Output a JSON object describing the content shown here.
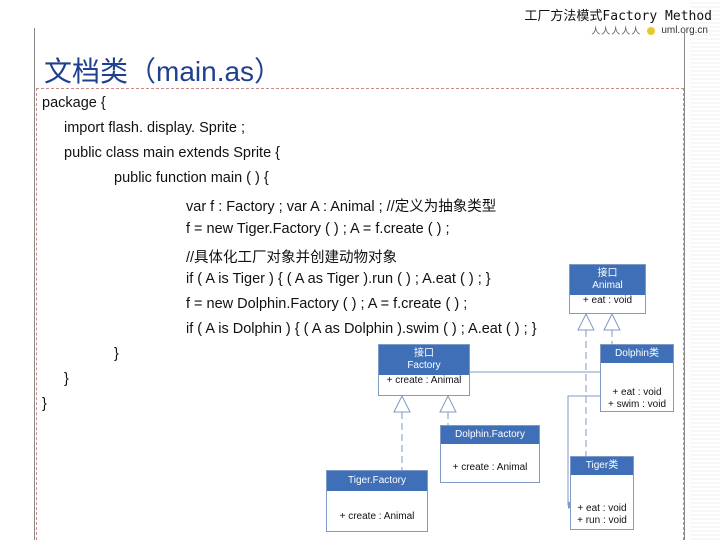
{
  "header": {
    "title": "工厂方法模式Factory Method",
    "logo_text": "uml.org.cn",
    "logo_figures": "人人人人人"
  },
  "page_title": "文档类（main.as）",
  "code_lines": [
    "package {",
    "import flash. display. Sprite ;",
    "public class main extends Sprite {",
    "public function main ( ) {",
    "var f : Factory ; var A : Animal ; //定义为抽象类型",
    "f = new Tiger.Factory ( ) ; A = f.create ( ) ;",
    "//具体化工厂对象并创建动物对象",
    "if ( A is Tiger ) { ( A as Tiger ).run ( ) ; A.eat ( ) ; }",
    "f = new Dolphin.Factory ( ) ; A = f.create ( ) ;",
    "if ( A is Dolphin ) { ( A as Dolphin ).swim ( ) ; A.eat ( ) ; }",
    "}",
    "}",
    "}"
  ],
  "uml": {
    "animal": {
      "title": "接口\nAnimal",
      "ops": "+ eat : void"
    },
    "factory": {
      "title": "接口\nFactory",
      "ops": "+ create : Animal"
    },
    "dolphin": {
      "title": "Dolphin类",
      "ops": "+ eat : void\n+ swim : void"
    },
    "dolphin_factory": {
      "title": "Dolphin.Factory",
      "ops": "+ create : Animal"
    },
    "tiger_factory": {
      "title": "Tiger.Factory",
      "ops": "+ create : Animal"
    },
    "tiger": {
      "title": "Tiger类",
      "ops": "+ eat : void\n+ run : void"
    }
  },
  "colors": {
    "title": "#1f3f8f",
    "uml_header": "#3f6fb6",
    "uml_border": "#7f9ac4",
    "frame_dash": "#c98a8a"
  }
}
